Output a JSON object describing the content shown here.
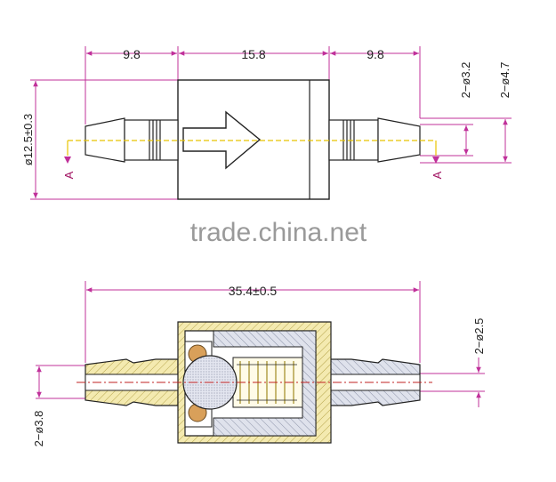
{
  "top_view": {
    "dim_left_barb": "9.8",
    "dim_body": "15.8",
    "dim_right_barb": "9.8",
    "dim_body_dia": "ø12.5±0.3",
    "dim_inner_dia": "2−ø3.2",
    "dim_outer_dia": "2−ø4.7",
    "section_mark": "A"
  },
  "watermark": "trade.china.net",
  "section_view": {
    "dim_overall": "35.4±0.5",
    "dim_bore": "2−ø2.5",
    "dim_barb_dia": "2−ø3.8"
  },
  "colors": {
    "dimension_line": "#c0309a",
    "centerline": "#e8c400",
    "section_centerline": "#c02020",
    "body_hatch": "#f2e6a0",
    "fitting_hatch": "#c8ccd8",
    "ball": "#d8dcec",
    "o_ring": "#d9a05a"
  }
}
